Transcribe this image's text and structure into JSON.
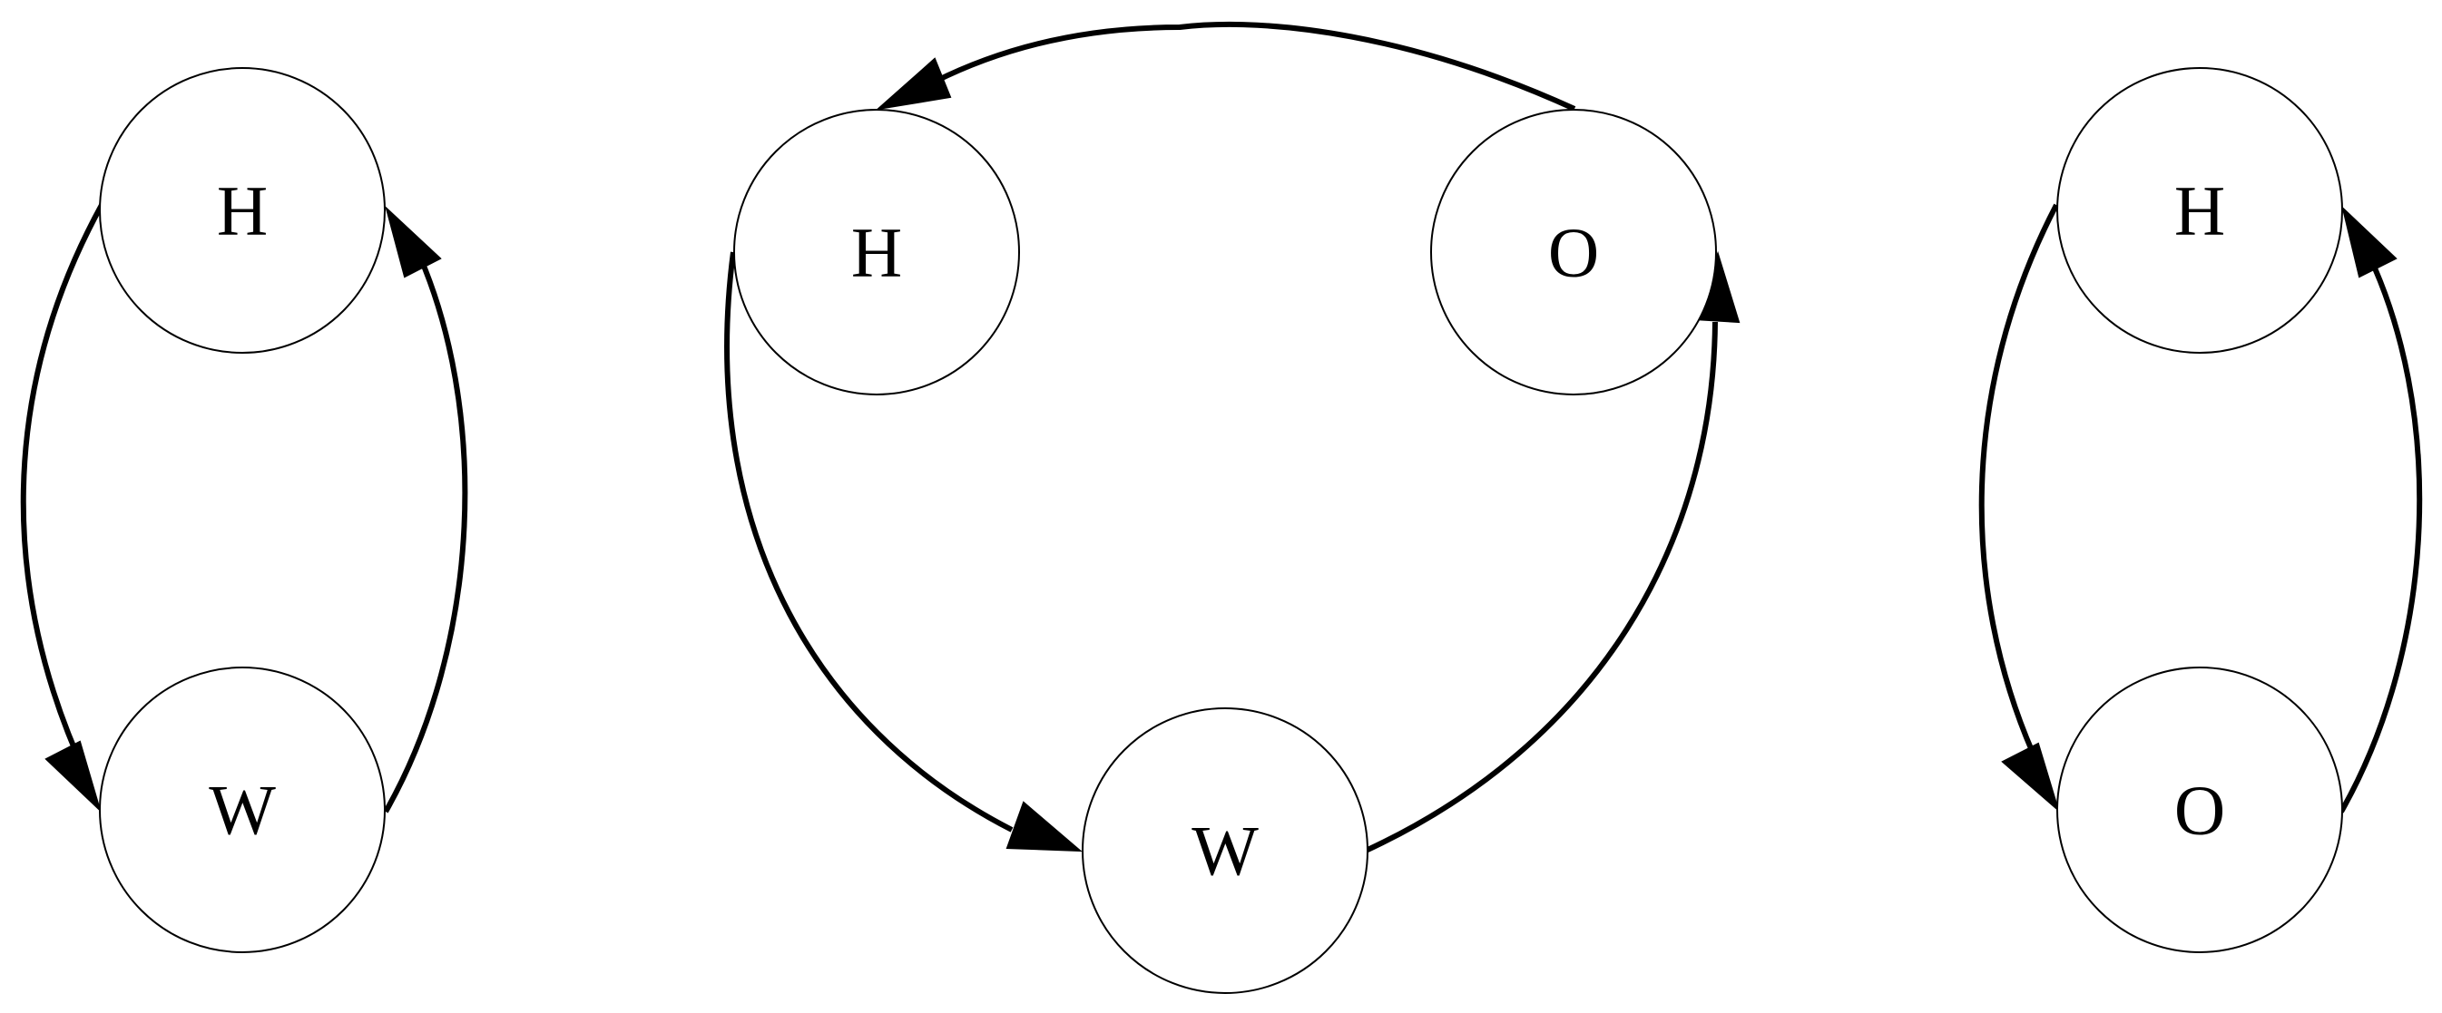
{
  "diagrams": [
    {
      "nodes": [
        {
          "id": "h1",
          "label": "H"
        },
        {
          "id": "w1",
          "label": "W"
        }
      ],
      "edges": [
        {
          "from": "H",
          "to": "W"
        },
        {
          "from": "W",
          "to": "H"
        }
      ]
    },
    {
      "nodes": [
        {
          "id": "h2",
          "label": "H"
        },
        {
          "id": "o2",
          "label": "O"
        },
        {
          "id": "w2",
          "label": "W"
        }
      ],
      "edges": [
        {
          "from": "H",
          "to": "W"
        },
        {
          "from": "W",
          "to": "O"
        },
        {
          "from": "O",
          "to": "H"
        }
      ]
    },
    {
      "nodes": [
        {
          "id": "h3",
          "label": "H"
        },
        {
          "id": "o3",
          "label": "O"
        }
      ],
      "edges": [
        {
          "from": "H",
          "to": "O"
        },
        {
          "from": "O",
          "to": "H"
        }
      ]
    }
  ],
  "colors": {
    "stroke": "#000000",
    "background": "#ffffff"
  }
}
